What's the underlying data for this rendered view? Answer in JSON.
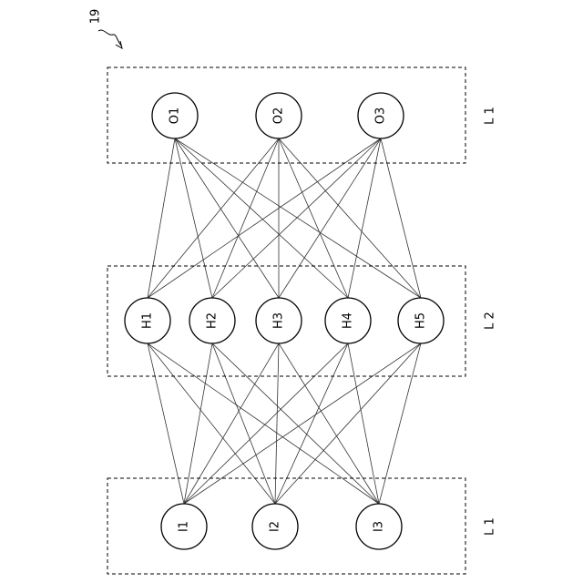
{
  "reference": "19",
  "layers": [
    {
      "id": "output",
      "label": "L 1",
      "nodes": [
        "O1",
        "O2",
        "O3"
      ]
    },
    {
      "id": "hidden",
      "label": "L 2",
      "nodes": [
        "H1",
        "H2",
        "H3",
        "H4",
        "H5"
      ]
    },
    {
      "id": "input",
      "label": "L 1",
      "nodes": [
        "I1",
        "I2",
        "I3"
      ]
    }
  ],
  "connections": [
    {
      "from": "input",
      "to": "hidden",
      "pattern": "fully-connected"
    },
    {
      "from": "hidden",
      "to": "output",
      "pattern": "fully-connected"
    }
  ]
}
